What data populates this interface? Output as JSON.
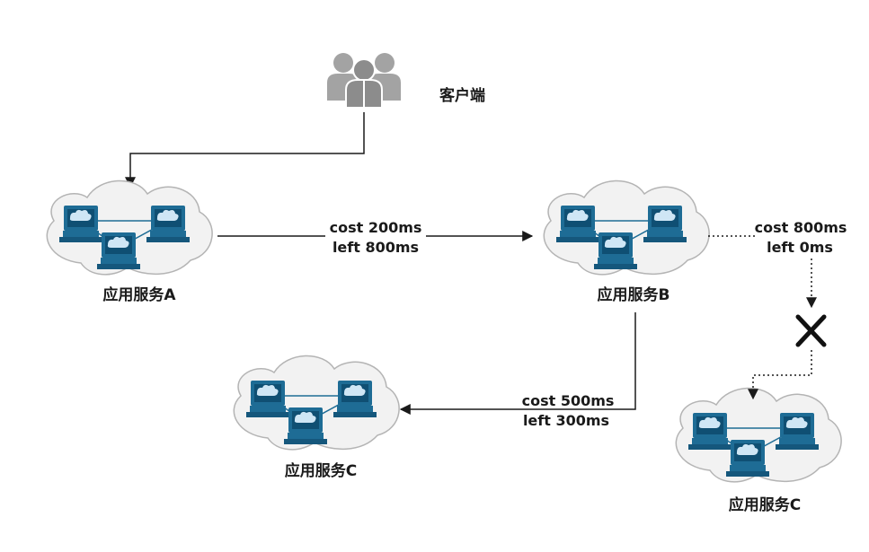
{
  "client": {
    "label": "客户端",
    "icon": "users-group-icon"
  },
  "nodes": {
    "a": {
      "label": "应用服务A",
      "icon": "network-cloud-icon"
    },
    "b": {
      "label": "应用服务B",
      "icon": "network-cloud-icon"
    },
    "c1": {
      "label": "应用服务C",
      "icon": "network-cloud-icon"
    },
    "c2": {
      "label": "应用服务C",
      "icon": "network-cloud-icon"
    }
  },
  "edges": {
    "ab": {
      "cost": "cost 200ms",
      "left": "left 800ms"
    },
    "bc1": {
      "cost": "cost 500ms",
      "left": "left 300ms"
    },
    "bc2": {
      "cost": "cost 800ms",
      "left": "left 0ms",
      "status": "failed"
    }
  },
  "colors": {
    "cloud_fill": "#f2f2f2",
    "cloud_stroke": "#b0b0b0",
    "computer": "#1e6c95",
    "line": "#1a1a1a",
    "user_icon": "#999999"
  }
}
